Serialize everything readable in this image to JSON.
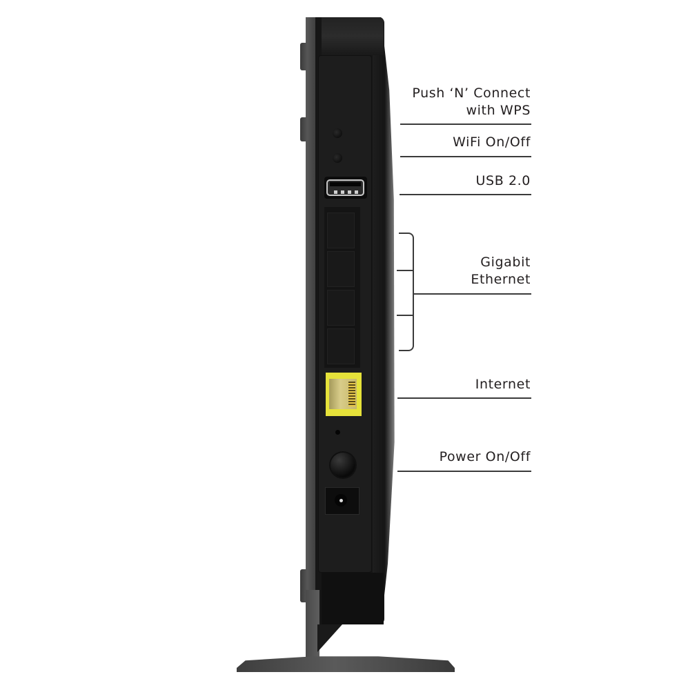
{
  "figure": {
    "subject": "Wireless router rear panel",
    "labels": [
      {
        "id": "wps",
        "lines": [
          "Push ‘N’ Connect",
          "with WPS"
        ]
      },
      {
        "id": "wifi",
        "text": "WiFi On/Off"
      },
      {
        "id": "usb",
        "text": "USB 2.0"
      },
      {
        "id": "ethernet",
        "lines": [
          "Gigabit",
          "Ethernet"
        ]
      },
      {
        "id": "internet",
        "text": "Internet"
      },
      {
        "id": "power",
        "text": "Power On/Off"
      }
    ],
    "ports": {
      "lan_port_count": 4,
      "wan_port_color": "#e6e23a"
    },
    "colors": {
      "text": "#231f20",
      "leader_line": "#3a3a3a",
      "device_body": "#161616",
      "background": "#ffffff"
    }
  }
}
